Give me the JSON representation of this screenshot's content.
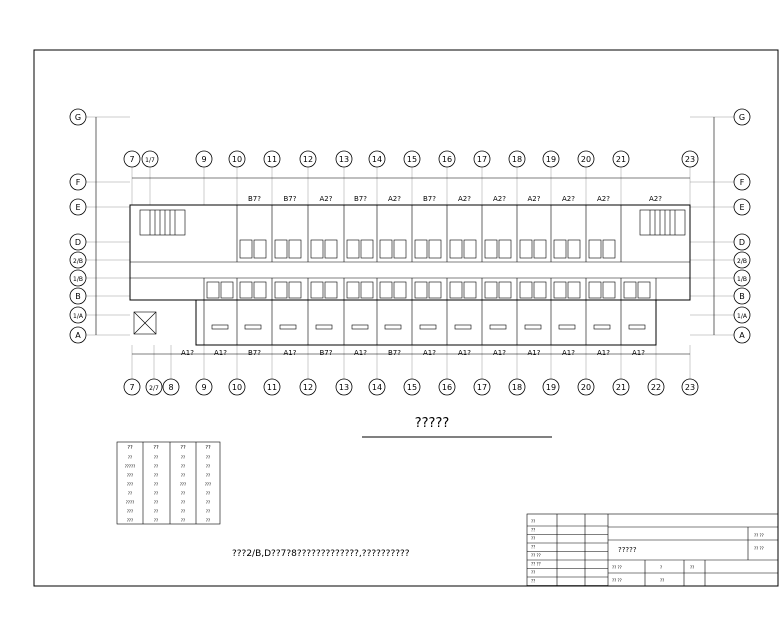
{
  "drawing": {
    "title": "?????",
    "note": "???2/B,D??7?8?????????????,??????????",
    "axis_rows": [
      "G",
      "F",
      "E",
      "D",
      "2/B",
      "1/B",
      "B",
      "1/A",
      "A"
    ],
    "axis_cols_top": [
      "7",
      "1/7",
      "9",
      "10",
      "11",
      "12",
      "13",
      "14",
      "15",
      "16",
      "17",
      "18",
      "19",
      "20",
      "21",
      "23"
    ],
    "axis_cols_bottom": [
      "7",
      "2/7",
      "8",
      "9",
      "10",
      "11",
      "12",
      "13",
      "14",
      "15",
      "16",
      "17",
      "18",
      "19",
      "20",
      "21",
      "22",
      "23"
    ],
    "rooms_top": [
      "B7?",
      "B7?",
      "A2?",
      "B7?",
      "A2?",
      "B7?",
      "A2?",
      "A2?",
      "A2?",
      "A2?",
      "A2?",
      "A2?"
    ],
    "rooms_bottom": [
      "A1?",
      "A1?",
      "B7?",
      "A1?",
      "B7?",
      "A1?",
      "B7?",
      "A1?",
      "A1?",
      "A1?",
      "A1?",
      "A1?",
      "A1?",
      "A1?"
    ]
  },
  "legend": {
    "headers": [
      "??",
      "??",
      "??",
      "??"
    ],
    "rows": [
      [
        "??",
        "??",
        "??",
        "??"
      ],
      [
        "?????",
        "??",
        "??",
        "??"
      ],
      [
        "???",
        "??",
        "??",
        "??"
      ],
      [
        "???",
        "??",
        "???",
        "???"
      ],
      [
        "??",
        "??",
        "??",
        "??"
      ],
      [
        "????",
        "??",
        "??",
        "??"
      ],
      [
        "???",
        "??",
        "??",
        "??"
      ],
      [
        "???",
        "??",
        "??",
        "??"
      ]
    ]
  },
  "title_block": {
    "left_labels": [
      "??",
      "??",
      "??",
      "??",
      "?? ??",
      "?? ??",
      "??",
      "??"
    ],
    "project": "?????",
    "right_top": [
      "?? ??",
      "?? ??"
    ],
    "bottom": [
      "?? ??",
      "?? ??",
      "?",
      "??",
      "??"
    ]
  }
}
